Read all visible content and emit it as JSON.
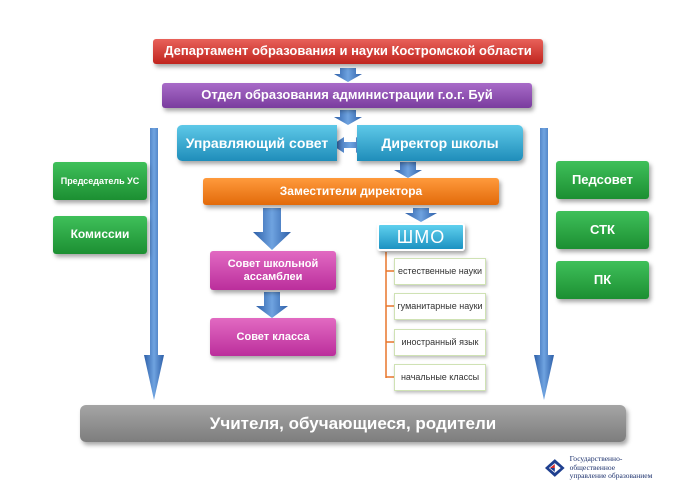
{
  "org": {
    "department": "Департамент образования и науки Костромской области",
    "division": "Отдел образования администрации г.о.г. Буй",
    "council": "Управляющий совет",
    "director": "Директор школы",
    "deputies": "Заместители директора",
    "chair": "Председатель УС",
    "commissions": "Комиссии",
    "pedsovet": "Педсовет",
    "stk": "СТК",
    "pk": "ПК",
    "assembly": "Совет школьной ассамблеи",
    "class_council": "Совет класса",
    "shmo": "ШМО",
    "shmo_items": [
      "естественные науки",
      "гуманитарные науки",
      "иностранный язык",
      "начальные классы"
    ],
    "bottom": "Учителя, обучающиеся, родители"
  },
  "logo": {
    "line1": "Государственно-общественное",
    "line2": "управление образованием"
  },
  "colors": {
    "red": "#c9302a",
    "purple": "#8e4fb5",
    "blue": "#2b9fd0",
    "orange": "#f07c1a",
    "green": "#27a843",
    "magenta": "#cc3cae",
    "gray": "#8c8c8c",
    "arrow": "#3b73c0"
  }
}
